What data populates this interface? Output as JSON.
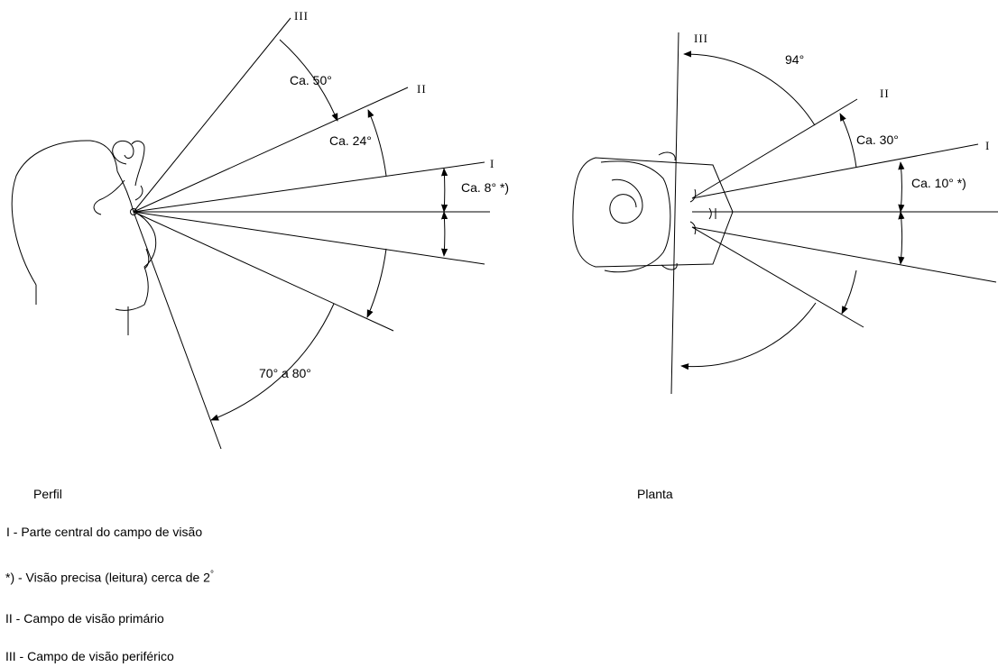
{
  "profile": {
    "caption": "Perfil",
    "labels": {
      "line_III": "III",
      "line_II": "II",
      "line_I": "I",
      "angle_III": "Ca. 50°",
      "angle_II": "Ca. 24°",
      "angle_I": "Ca.  8° *)",
      "angle_down": "70° a 80°"
    }
  },
  "plan": {
    "caption": "Planta",
    "labels": {
      "line_III": "III",
      "line_II": "II",
      "line_I": "I",
      "angle_III": "94°",
      "angle_II": "Ca. 30°",
      "angle_I": "Ca.  10° *)"
    }
  },
  "legend": [
    {
      "text": "I - Parte central do campo de visão"
    },
    {
      "text": "*) -  Visão precisa (leitura) cerca de 2",
      "sup": "°"
    },
    {
      "text": "II - Campo de visão primário"
    },
    {
      "text": "III - Campo de visão periférico"
    }
  ]
}
